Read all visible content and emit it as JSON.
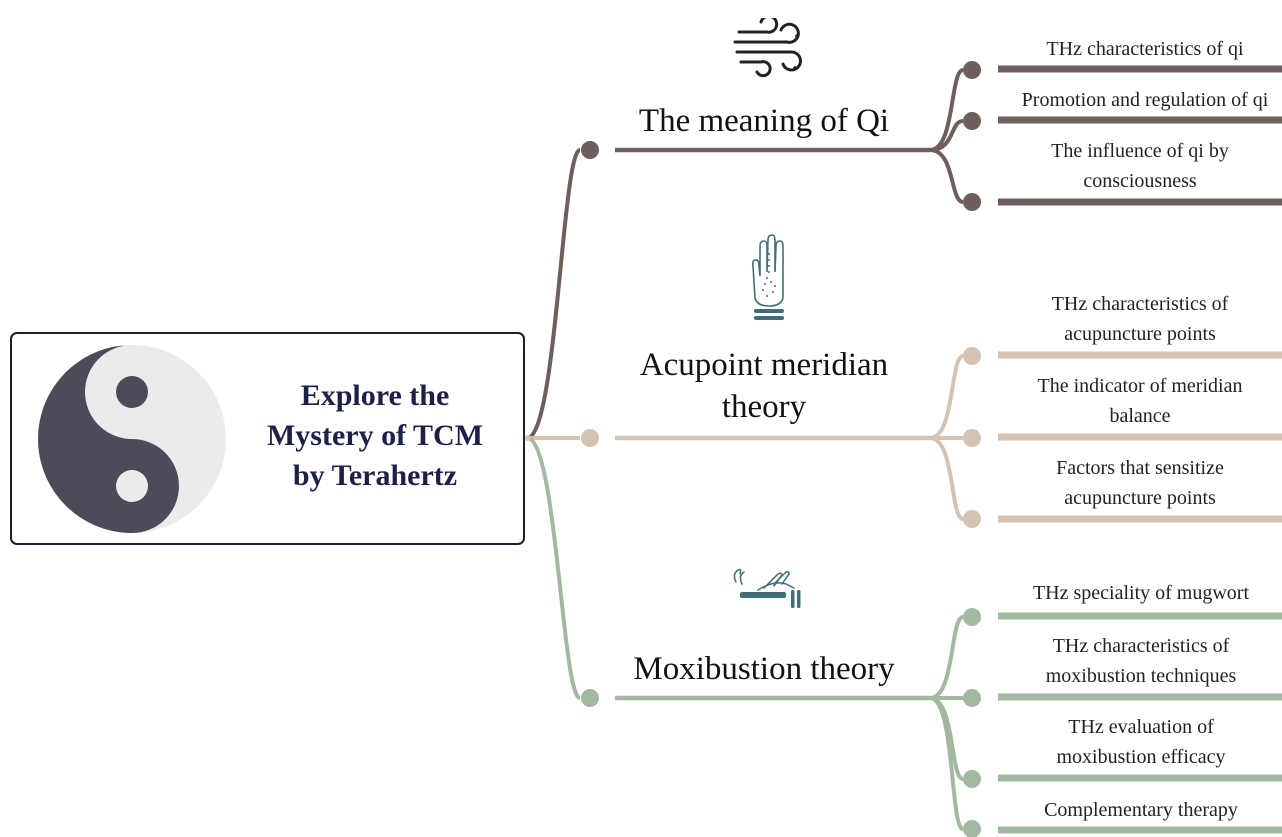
{
  "root": {
    "title_lines": [
      "Explore the",
      "Mystery of TCM",
      "by Terahertz"
    ]
  },
  "colors": {
    "qi": "#6f5f5c",
    "acupoint": "#d3c3b0",
    "moxibustion": "#a3b8a1",
    "root_border": "#1c1f33",
    "root_text": "#1e2147",
    "yin": "#4d4a5a",
    "yang": "#ebebeb",
    "icon_teal": "#3f6e78"
  },
  "branches": [
    {
      "id": "qi",
      "label_lines": [
        "The  meaning of Qi"
      ],
      "icon": "wind-icon",
      "leaves": [
        {
          "lines": [
            "THz characteristics of qi"
          ]
        },
        {
          "lines": [
            "Promotion and regulation of qi"
          ]
        },
        {
          "lines": [
            "The influence of qi by",
            "consciousness"
          ]
        }
      ]
    },
    {
      "id": "acupoint",
      "label_lines": [
        "Acupoint meridian",
        "theory"
      ],
      "icon": "palm-meridian-icon",
      "leaves": [
        {
          "lines": [
            "THz characteristics of",
            "acupuncture points"
          ]
        },
        {
          "lines": [
            "The indicator of meridian",
            "balance"
          ]
        },
        {
          "lines": [
            "Factors that sensitize",
            "acupuncture points"
          ]
        }
      ]
    },
    {
      "id": "moxibustion",
      "label_lines": [
        "Moxibustion theory"
      ],
      "icon": "moxibustion-hand-icon",
      "leaves": [
        {
          "lines": [
            "THz speciality of mugwort"
          ]
        },
        {
          "lines": [
            "THz characteristics of",
            "moxibustion techniques"
          ]
        },
        {
          "lines": [
            "THz evaluation of",
            "moxibustion efficacy"
          ]
        },
        {
          "lines": [
            "Complementary therapy"
          ]
        }
      ]
    }
  ]
}
